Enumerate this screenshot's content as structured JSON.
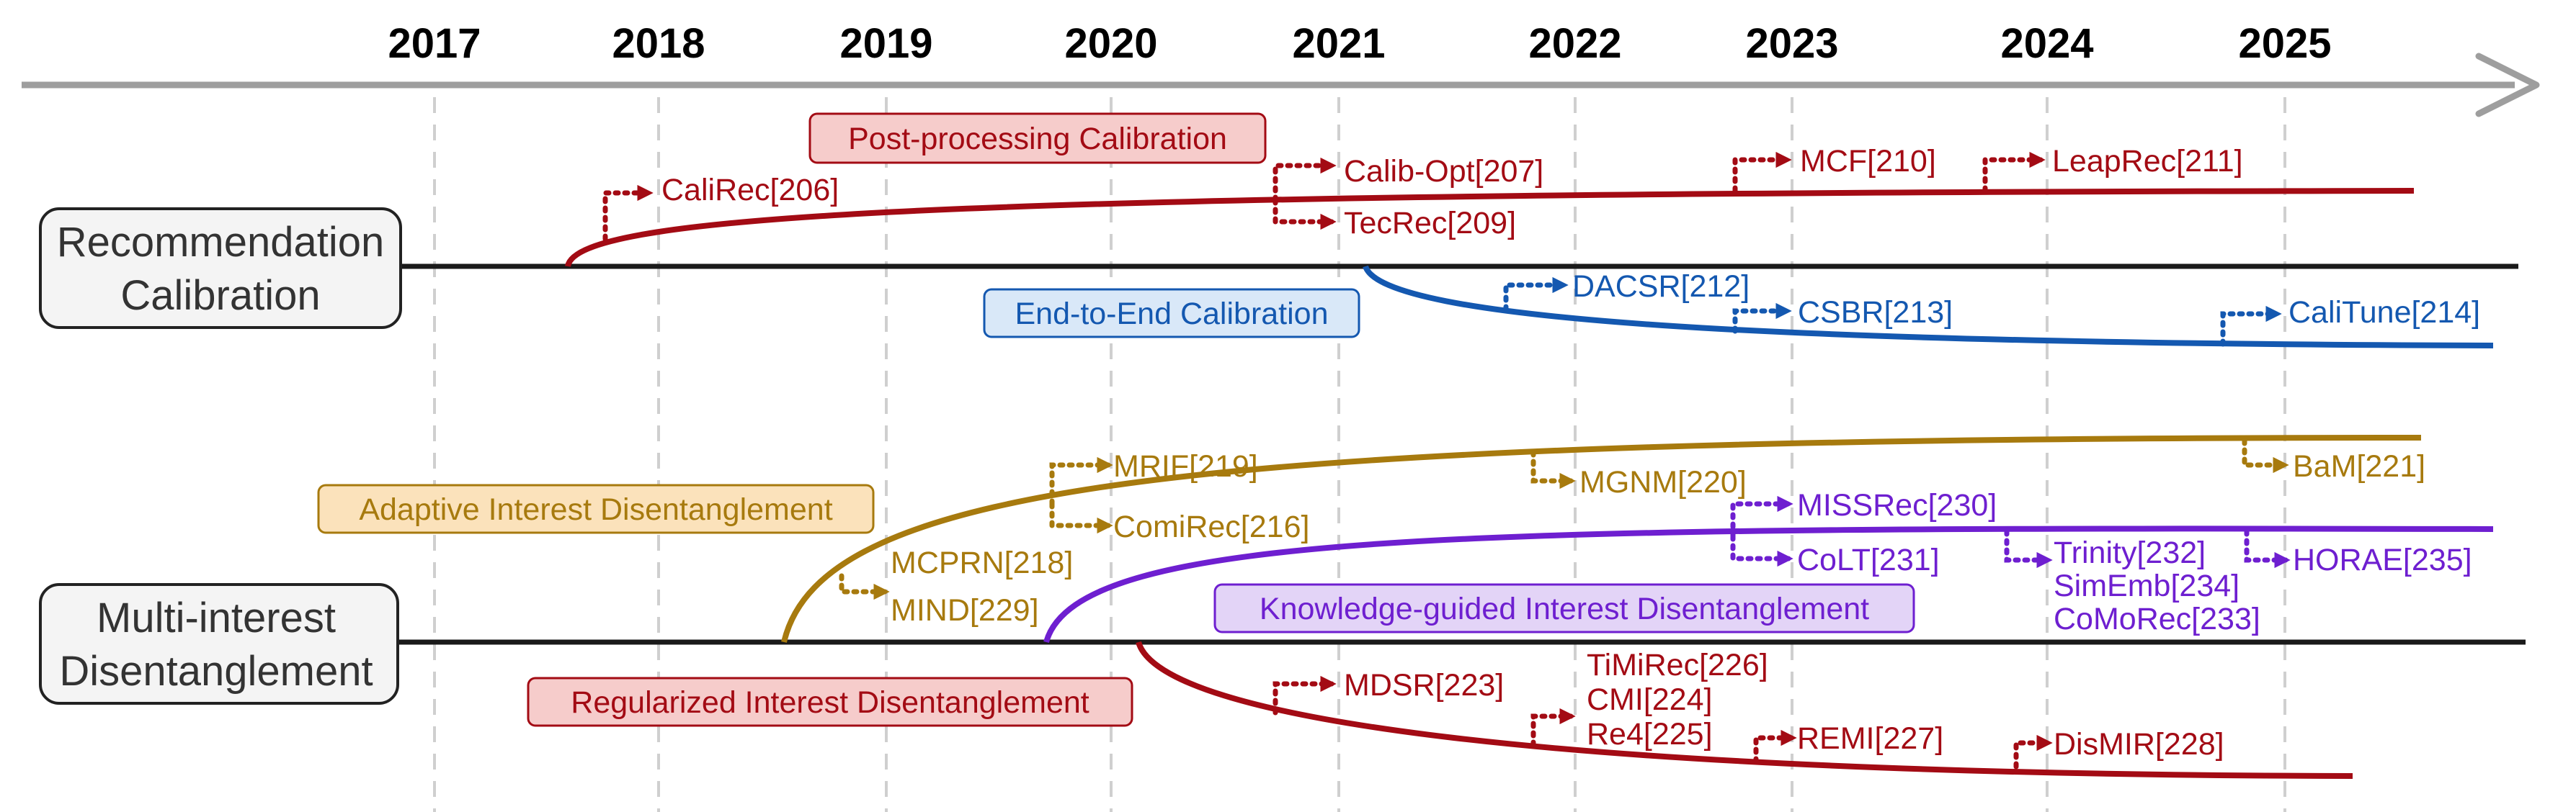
{
  "years": [
    "2017",
    "2018",
    "2019",
    "2020",
    "2021",
    "2022",
    "2023",
    "2024",
    "2025"
  ],
  "colors": {
    "red": "#a30b14",
    "blue": "#1458b0",
    "gold": "#a77a0e",
    "purple": "#6e1fd0",
    "axis": "#9e9e9e",
    "grid": "#cfcfcf",
    "baseline": "#1a1a1a"
  },
  "categories": {
    "calibration": {
      "line1": "Recommendation",
      "line2": "Calibration"
    },
    "disentanglement": {
      "line1": "Multi-interest",
      "line2": "Disentanglement"
    }
  },
  "branches": {
    "post_processing": "Post-processing Calibration",
    "end_to_end": "End-to-End Calibration",
    "adaptive": "Adaptive Interest Disentanglement",
    "knowledge": "Knowledge-guided Interest Disentanglement",
    "regularized": "Regularized Interest Disentanglement"
  },
  "methods": {
    "calirec": "CaliRec[206]",
    "calib_opt": "Calib-Opt[207]",
    "tecrec": "TecRec[209]",
    "mcf": "MCF[210]",
    "leaprec": "LeapRec[211]",
    "dacsr": "DACSR[212]",
    "csbr": "CSBR[213]",
    "calitune": "CaliTune[214]",
    "mrif": "MRIF[219]",
    "comirec": "ComiRec[216]",
    "mcprn": "MCPRN[218]",
    "mind": "MIND[229]",
    "mgnm": "MGNM[220]",
    "bam": "BaM[221]",
    "missrec": "MISSRec[230]",
    "colt": "CoLT[231]",
    "trinity": "Trinity[232]",
    "simemb": "SimEmb[234]",
    "comorec": "CoMoRec[233]",
    "horae": "HORAE[235]",
    "mdsr": "MDSR[223]",
    "timirec": "TiMiRec[226]",
    "cmi": "CMI[224]",
    "re4": "Re4[225]",
    "remi": "REMI[227]",
    "dismir": "DisMIR[228]"
  }
}
